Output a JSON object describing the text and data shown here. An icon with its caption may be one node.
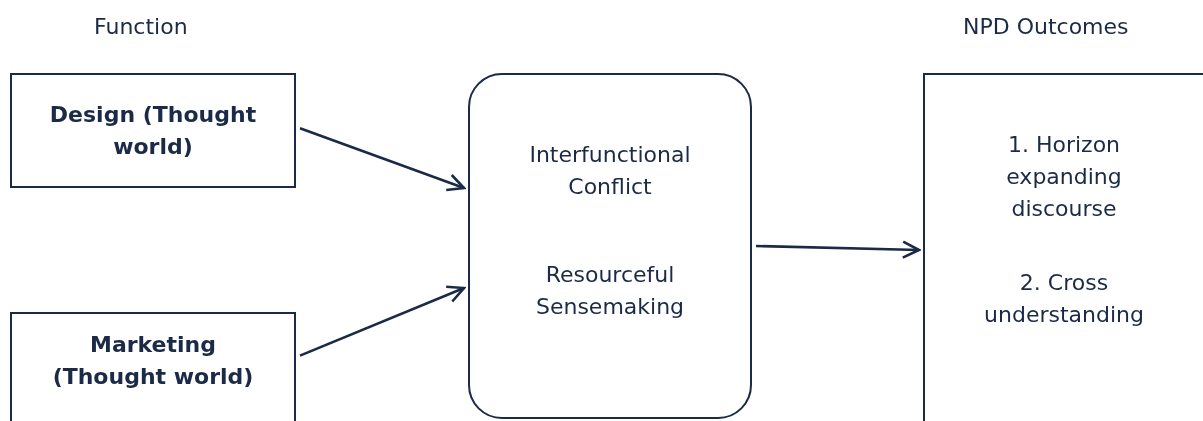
{
  "diagram": {
    "nodes": [
      {
        "text": [
          "Design (Thought world)"
        ]
      },
      {
        "text": [
          "Marketing (Thought world)"
        ]
      },
      {
        "text": [
          "Interfunctional Conflict",
          "Resourceful Sensemaking"
        ]
      },
      {
        "text": [
          "1. Horizon expanding discourse",
          "2. Cross understanding"
        ]
      }
    ],
    "edges": [
      {
        "from": 0,
        "to": 2,
        "arrow": "to"
      },
      {
        "from": 1,
        "to": 2,
        "arrow": "to"
      },
      {
        "from": 2,
        "to": 3,
        "arrow": "to"
      }
    ],
    "labels": [
      "Function",
      "NPD Outcomes"
    ]
  }
}
